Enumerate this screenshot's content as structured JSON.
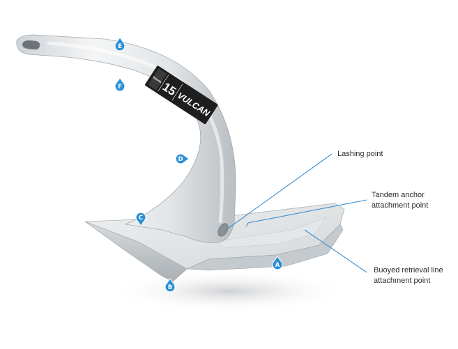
{
  "product": {
    "brand_mark": "Rocna",
    "size": "15",
    "name": "VULCAN"
  },
  "callouts": [
    {
      "id": "lashing",
      "lines": [
        "Lashing point"
      ]
    },
    {
      "id": "tandem",
      "lines": [
        "Tandem anchor",
        "attachment point"
      ]
    },
    {
      "id": "buoyed",
      "lines": [
        "Buoyed retrieval line",
        "attachment point"
      ]
    }
  ],
  "markers": [
    "A",
    "B",
    "C",
    "D",
    "E",
    "F"
  ],
  "colors": {
    "accent": "#2f8ac9",
    "marker": "#2b8fd4",
    "callout_line": "#3b8fd0",
    "label_plate": "#1e1e1e"
  }
}
